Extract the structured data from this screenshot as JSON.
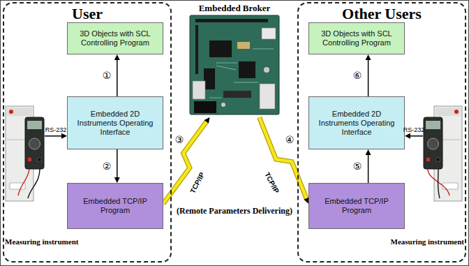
{
  "diagram": {
    "nodes": [
      {
        "text": [
          "User"
        ]
      },
      {
        "text": [
          "3D Objects with SCL Controlling Program"
        ],
        "in": 0
      },
      {
        "text": [
          "Embedded 2D Instruments Operating Interface"
        ],
        "in": 0
      },
      {
        "text": [
          "Embedded TCP/IP Program"
        ],
        "in": 0
      },
      {
        "text": [
          "Measuring instrument"
        ],
        "in": 0
      },
      {
        "text": [
          "Embedded Broker"
        ]
      },
      {
        "text": [
          "Other Users"
        ]
      },
      {
        "text": [
          "3D Objects with SCL Controlling Program"
        ],
        "in": 6
      },
      {
        "text": [
          "Embedded 2D Instruments Operating Interface"
        ],
        "in": 6
      },
      {
        "text": [
          "Embedded TCP/IP Program"
        ],
        "in": 6
      },
      {
        "text": [
          "Measuring instrument"
        ],
        "in": 6
      }
    ],
    "edges": [
      {
        "from": 2,
        "to": 1,
        "arrow": "to"
      },
      {
        "from": 2,
        "to": 3,
        "arrow": "to"
      },
      {
        "from": 4,
        "to": 2,
        "label": "RS-232",
        "arrow": "to"
      },
      {
        "from": 3,
        "to": 5,
        "label": "TCP/IP",
        "arrow": "to"
      },
      {
        "from": 5,
        "to": 9,
        "label": "TCP/IP",
        "arrow": "to"
      },
      {
        "from": 9,
        "to": 8,
        "arrow": "to"
      },
      {
        "from": 8,
        "to": 7,
        "arrow": "to"
      },
      {
        "from": 10,
        "to": 8,
        "label": "RS-232",
        "arrow": "to"
      }
    ],
    "labels": [
      "①",
      "②",
      "③",
      "④",
      "⑤",
      "⑥",
      "(Remote Parameters Delivering)"
    ]
  }
}
